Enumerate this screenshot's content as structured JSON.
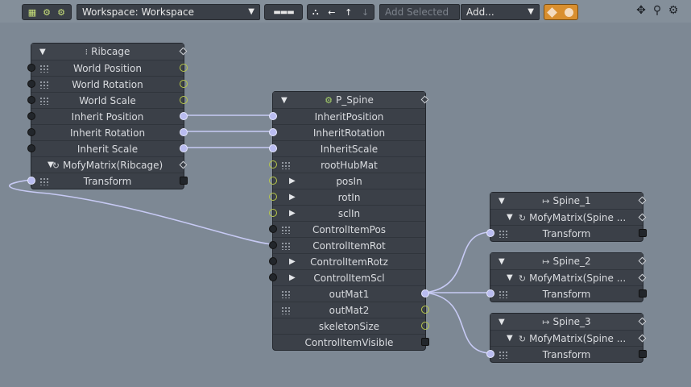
{
  "toolbar": {
    "workspace_label": "Workspace: Workspace",
    "add_selected": "Add Selected",
    "add_dropdown": "Add...",
    "icons": [
      "graph-icon",
      "gear-add-icon",
      "gear-refresh-icon",
      "layout-icon",
      "hierarchy-icon",
      "arrow-left-icon",
      "arrow-up-icon",
      "arrow-down-icon",
      "diamond-orange-icon",
      "circle-orange-icon",
      "move-icon",
      "zoom-icon",
      "settings-icon"
    ]
  },
  "nodes": {
    "ribcage": {
      "title": "Ribcage",
      "rows": [
        "World Position",
        "World Rotation",
        "World Scale",
        "Inherit Position",
        "Inherit Rotation",
        "Inherit Scale"
      ],
      "sub_title": "MofyMatrix(Ribcage)",
      "sub_row": "Transform"
    },
    "p_spine": {
      "title": "P_Spine",
      "rows": [
        "InheritPosition",
        "InheritRotation",
        "InheritScale",
        "rootHubMat",
        "posIn",
        "rotIn",
        "sclIn",
        "ControlItemPos",
        "ControlItemRot",
        "ControlItemRotz",
        "ControlItemScl",
        "outMat1",
        "outMat2",
        "skeletonSize",
        "ControlItemVisible"
      ]
    },
    "spine_1": {
      "title": "Spine_1",
      "sub_title": "MofyMatrix(Spine ...",
      "row": "Transform"
    },
    "spine_2": {
      "title": "Spine_2",
      "sub_title": "MofyMatrix(Spine ...",
      "row": "Transform"
    },
    "spine_3": {
      "title": "Spine_3",
      "sub_title": "MofyMatrix(Spine ...",
      "row": "Transform"
    }
  },
  "colors": {
    "background": "#7d8894",
    "node": "#3b4048",
    "wire": "#c7caf4",
    "accent_orange": "#e59a3a"
  }
}
